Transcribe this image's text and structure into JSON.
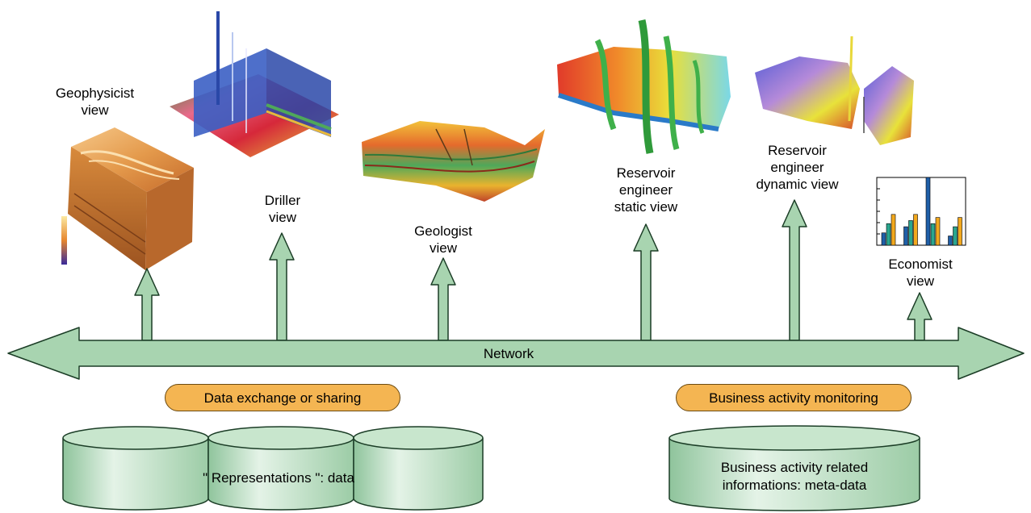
{
  "views": {
    "geophysicist": [
      "Geophysicist",
      "view"
    ],
    "driller": [
      "Driller",
      "view"
    ],
    "geologist": [
      "Geologist",
      "view"
    ],
    "reservoir_static": [
      "Reservoir",
      "engineer",
      "static view"
    ],
    "reservoir_dynamic": [
      "Reservoir",
      "engineer",
      "dynamic view"
    ],
    "economist": [
      "Economist",
      "view"
    ]
  },
  "network_label": "Network",
  "pills": {
    "data_exchange": "Data exchange or sharing",
    "business_monitoring": "Business activity monitoring"
  },
  "databases": {
    "representations": "\" Representations \": data",
    "business": [
      "Business activity related",
      "informations: meta-data"
    ]
  },
  "economist_chart": {
    "type": "bar",
    "groups": [
      [
        4,
        7,
        10
      ],
      [
        6,
        8,
        10
      ],
      [
        22,
        7,
        9
      ],
      [
        3,
        6,
        9
      ]
    ],
    "colors": [
      "#1f5fa8",
      "#2aa68f",
      "#f2a81d"
    ]
  },
  "colors": {
    "arrow_fill": "#a8d4b0",
    "arrow_stroke": "#1b3d26",
    "pill_fill": "#f4b552",
    "db_fill": "#b8dcc0"
  }
}
